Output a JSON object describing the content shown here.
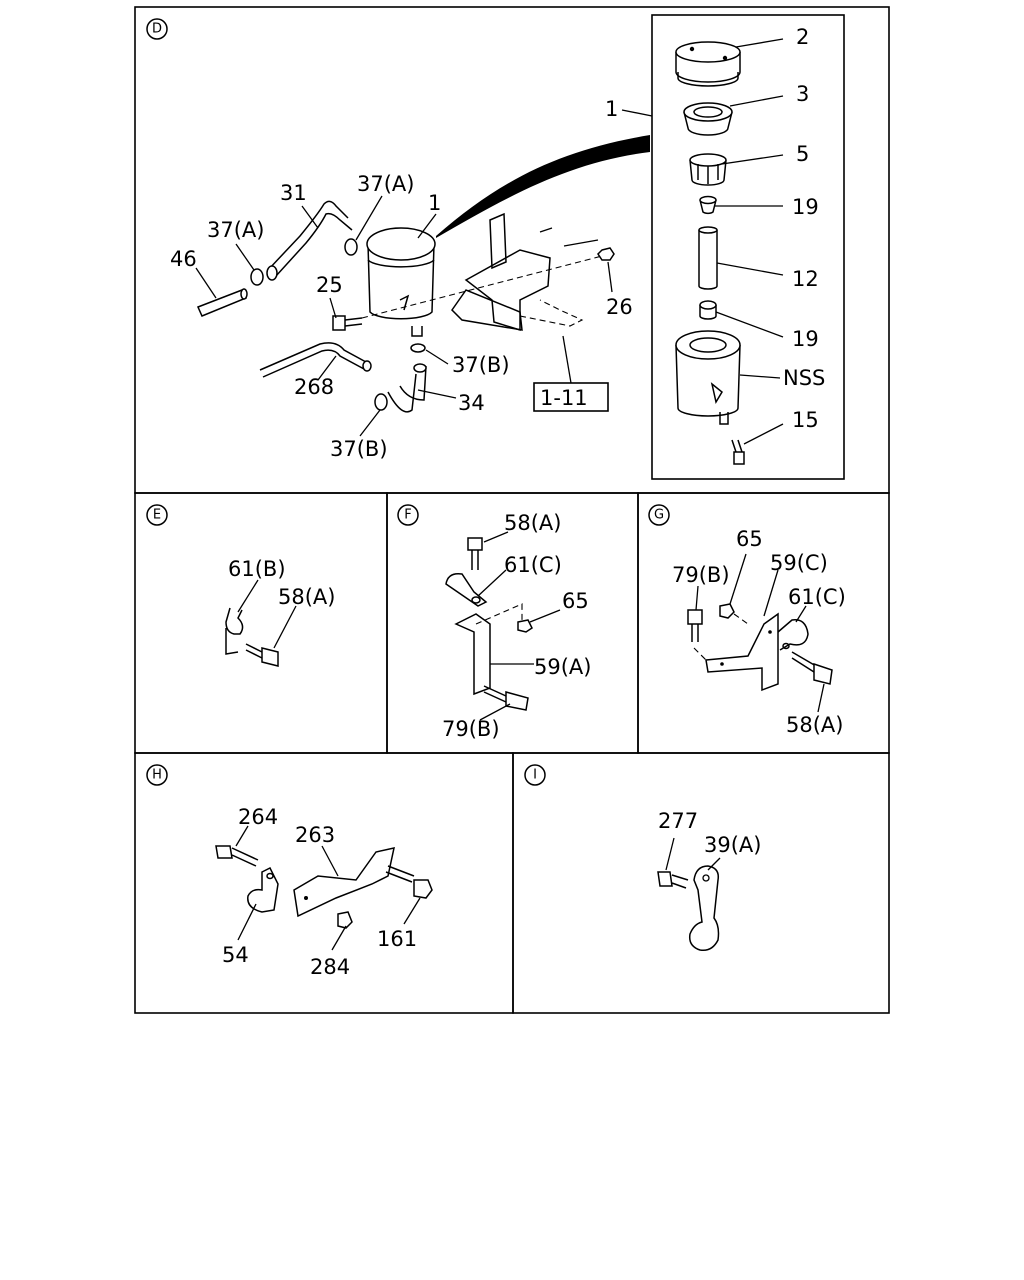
{
  "panels": {
    "D": {
      "letter": "D",
      "labels": {
        "l2": "2",
        "l3": "3",
        "l1a": "1",
        "l5": "5",
        "l19a": "19",
        "l12": "12",
        "l19b": "19",
        "lNSS": "NSS",
        "l15": "15",
        "l31": "31",
        "l37a1": "37(A)",
        "l1b": "1",
        "l37a2": "37(A)",
        "l46": "46",
        "l25": "25",
        "l26": "26",
        "l37b1": "37(B)",
        "l268": "268",
        "l34": "34",
        "l37b2": "37(B)",
        "ref": "1-11"
      }
    },
    "E": {
      "letter": "E",
      "labels": {
        "l61b": "61(B)",
        "l58a": "58(A)"
      }
    },
    "F": {
      "letter": "F",
      "labels": {
        "l58a": "58(A)",
        "l61c": "61(C)",
        "l65": "65",
        "l59a": "59(A)",
        "l79b": "79(B)"
      }
    },
    "G": {
      "letter": "G",
      "labels": {
        "l65": "65",
        "l79b": "79(B)",
        "l59c": "59(C)",
        "l61c": "61(C)",
        "l58a": "58(A)"
      }
    },
    "H": {
      "letter": "H",
      "labels": {
        "l264": "264",
        "l263": "263",
        "l54": "54",
        "l284": "284",
        "l161": "161"
      }
    },
    "I": {
      "letter": "I",
      "labels": {
        "l277": "277",
        "l39a": "39(A)"
      }
    }
  }
}
